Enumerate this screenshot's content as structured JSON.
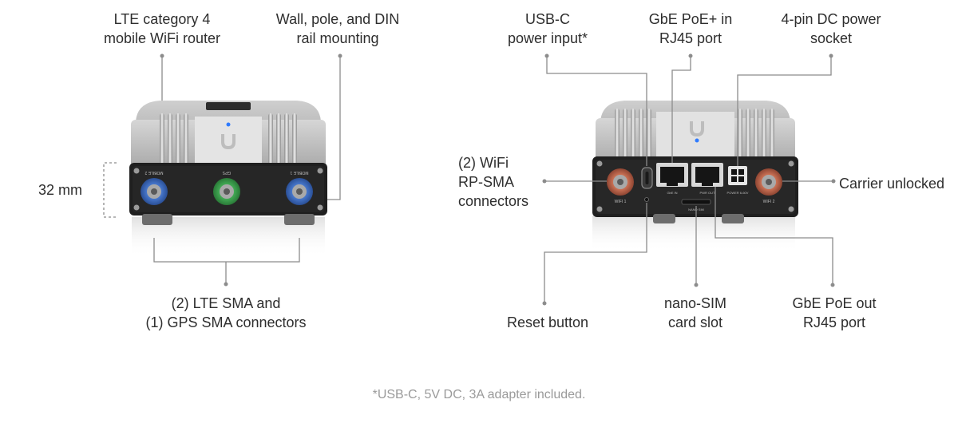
{
  "labels": {
    "lte_router": [
      "LTE category 4",
      "mobile WiFi router"
    ],
    "mounting": [
      "Wall, pole, and DIN",
      "rail mounting"
    ],
    "height": "32 mm",
    "lte_sma": [
      "(2) LTE SMA and",
      "(1) GPS SMA connectors"
    ],
    "usbc": [
      "USB-C",
      "power input*"
    ],
    "poe_in": [
      "GbE PoE+ in",
      "RJ45 port"
    ],
    "dc_socket": [
      "4-pin DC power",
      "socket"
    ],
    "wifi_sma": [
      "(2) WiFi",
      "RP-SMA",
      "connectors"
    ],
    "carrier": "Carrier unlocked",
    "reset": "Reset button",
    "nano_sim": [
      "nano-SIM",
      "card slot"
    ],
    "poe_out": [
      "GbE PoE out",
      "RJ45 port"
    ]
  },
  "device_markings": {
    "front_left_port": "MOBILE 2",
    "front_mid_port": "GPS",
    "front_right_port": "MOBILE 1",
    "back_left_port": "WIFI 1",
    "back_right_port": "WIFI 2",
    "back_eth_left": "GbE IN",
    "back_eth_right": "PWR OUT",
    "back_dc": "POWER 6-60V",
    "back_sim": "NANO SIM"
  },
  "footnote": "*USB-C, 5V DC, 3A adapter included.",
  "colors": {
    "lte_connector": "#3f6fc4",
    "gps_connector": "#3fa852",
    "wifi_connector": "#d0745a",
    "status_led": "#2f7bff",
    "leader_line": "#8c8c8c"
  }
}
